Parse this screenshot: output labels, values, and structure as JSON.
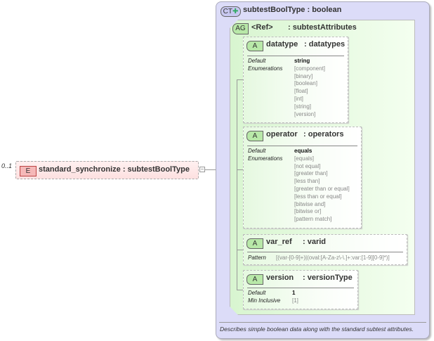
{
  "element": {
    "occurrence": "0..1",
    "badge": "E",
    "title": "standard_synchronize : subtestBoolType",
    "collapse": "−"
  },
  "complex_type": {
    "badge": "CT",
    "title": "subtestBoolType : boolean",
    "description": "Describes simple boolean data along with the standard subtest attributes."
  },
  "attribute_group": {
    "badge": "AG",
    "ref": "<Ref>",
    "type": ": subtestAttributes"
  },
  "attributes": [
    {
      "badge": "A",
      "name": "datatype",
      "type": ": datatypes",
      "rows": [
        {
          "label": "Default",
          "values": [
            "string"
          ]
        },
        {
          "label": "Enumerations",
          "values": [
            "[component]",
            "[binary]",
            "[boolean]",
            "[float]",
            "[int]",
            "[string]",
            "[version]"
          ]
        }
      ]
    },
    {
      "badge": "A",
      "name": "operator",
      "type": ": operators",
      "rows": [
        {
          "label": "Default",
          "values": [
            "equals"
          ]
        },
        {
          "label": "Enumerations",
          "values": [
            "[equals]",
            "[not equal]",
            "[greater than]",
            "[less than]",
            "[greater than or equal]",
            "[less than or equal]",
            "[bitwise and]",
            "[bitwise or]",
            "[pattern match]"
          ]
        }
      ]
    },
    {
      "badge": "A",
      "name": "var_ref",
      "type": ": varid",
      "rows": [
        {
          "label": "Pattern",
          "values": [
            "[(var-[0-9]+)|(oval:[A-Za-z\\-\\.]+:var:[1-9][0-9]*)]"
          ]
        }
      ]
    },
    {
      "badge": "A",
      "name": "version",
      "type": ": versionType",
      "rows": [
        {
          "label": "Default",
          "values": [
            "1"
          ]
        },
        {
          "label": "Min Inclusive",
          "values": [
            "[1]"
          ]
        }
      ]
    }
  ]
}
